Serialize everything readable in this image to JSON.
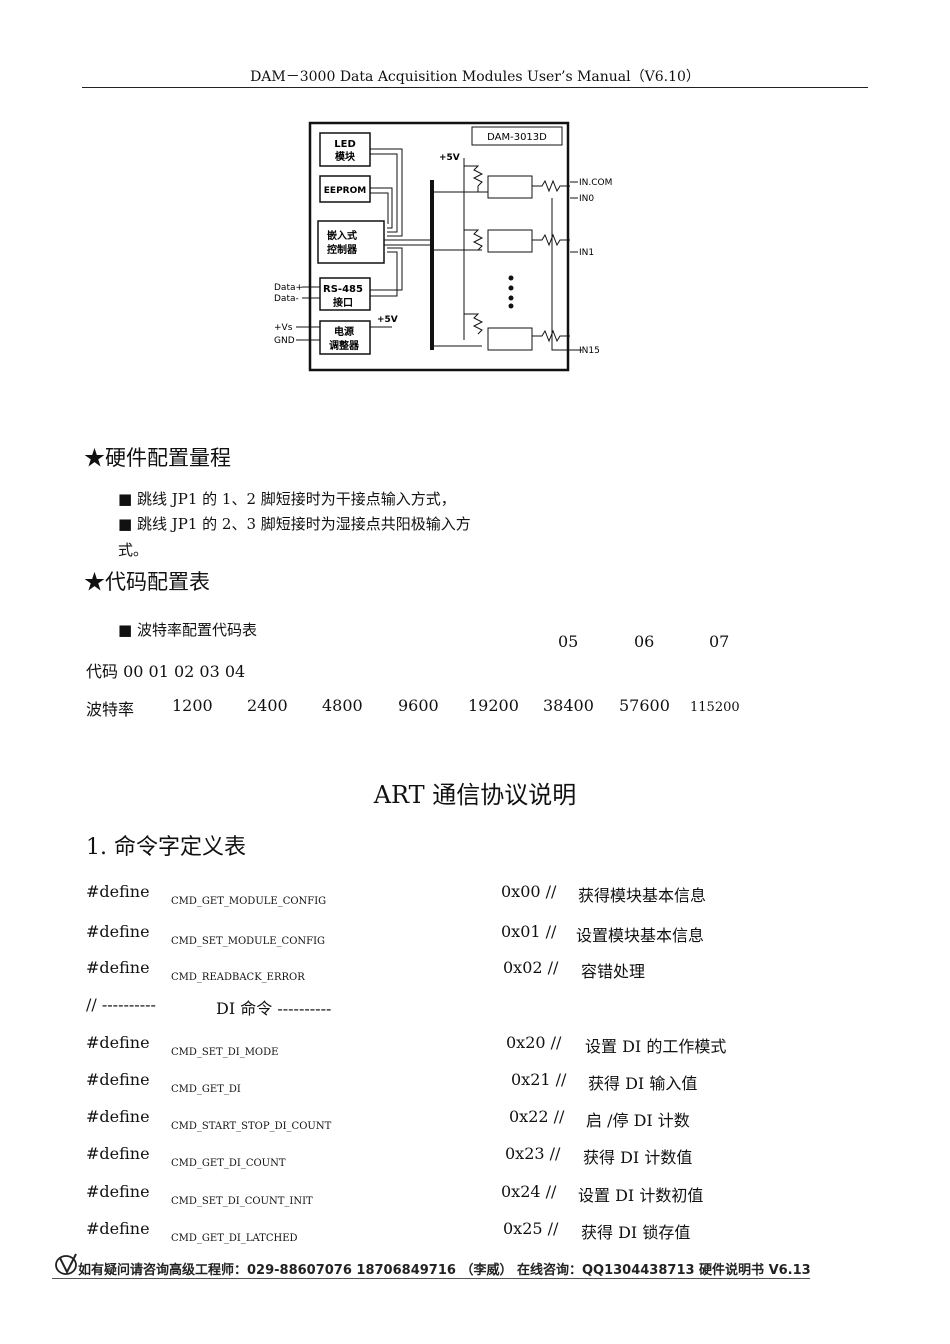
{
  "header": "DAM－3000 Data Acquisition Modules User’s Manual（V6.10）",
  "diagram": {
    "model": "DAM-3013D",
    "blocks": [
      "LED",
      "模块",
      "EEPROM",
      "嵌入式",
      "控制器",
      "RS-485",
      "接口",
      "电源",
      "调整器"
    ],
    "pins_left": [
      "Data+",
      "Data-",
      "+Vs",
      "GND"
    ],
    "supply_labels": [
      "+5V",
      "+5V"
    ],
    "pins_right": [
      "IN.COM",
      "IN0",
      "IN1",
      "IN15"
    ]
  },
  "section_hw": {
    "title": "★硬件配置量程",
    "bullets": [
      "■  跳线 JP1   的  1、2  脚短接时为干接点输入方式，",
      "■  跳线 JP1   的  2、3  脚短接时为湿接点共阳极输入方",
      "式。"
    ]
  },
  "section_code": {
    "title": "★代码配置表",
    "bullet": "■  波特率配置代码表",
    "codes_high": [
      "05",
      "06",
      "07"
    ],
    "codes_row": "代码 00 01 02 03 04",
    "baud_label": "波特率",
    "baud_values": [
      "1200",
      "2400",
      "4800",
      "9600",
      "19200",
      "38400",
      "57600",
      "115200"
    ]
  },
  "protocol": {
    "title": "ART  通信协议说明",
    "subtitle": "1.  命令字定义表",
    "define_kw": "#define",
    "defines": [
      {
        "name": "CMD_GET_MODULE_CONFIG",
        "code": "0x00 //",
        "desc": "获得模块基本信息"
      },
      {
        "name": "CMD_SET_MODULE_CONFIG",
        "code": "0x01 //",
        "desc": "设置模块基本信息"
      },
      {
        "name": "CMD_READBACK_ERROR",
        "code": "0x02 //",
        "desc": "容错处理"
      },
      {
        "name": "CMD_SET_DI_MODE",
        "code": "0x20 //",
        "desc": "设置 DI   的工作模式"
      },
      {
        "name": "CMD_GET_DI",
        "code": "0x21 //",
        "desc": "获得 DI   输入值"
      },
      {
        "name": "CMD_START_STOP_DI_COUNT",
        "code": "0x22 //",
        "desc": "启  /停 DI   计数"
      },
      {
        "name": "CMD_GET_DI_COUNT",
        "code": "0x23 //",
        "desc": "获得 DI   计数值"
      },
      {
        "name": "CMD_SET_DI_COUNT_INIT",
        "code": "0x24 //",
        "desc": "设置 DI   计数初值"
      },
      {
        "name": "CMD_GET_DI_LATCHED",
        "code": "0x25 //",
        "desc": "获得 DI   锁存值"
      }
    ],
    "di_sep_left": "// ----------",
    "di_sep_right": "DI  命令 ----------"
  },
  "footer": "如有疑问请咨询高级工程师：029-88607076 18706849716 （李威） 在线咨询：QQ1304438713      硬件说明书 V6.13"
}
